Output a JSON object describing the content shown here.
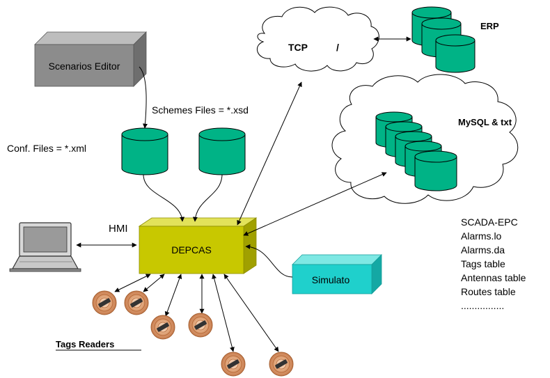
{
  "labels": {
    "scenarios_editor": "Scenarios Editor",
    "schemes_files": "Schemes Files = *.xsd",
    "conf_files": "Conf. Files = *.xml",
    "hmi": "HMI",
    "depcas": "DEPCAS",
    "simulator": "Simulato",
    "tags_readers": "Tags Readers",
    "tcp": "TCP",
    "tcp_slash": "/",
    "erp": "ERP",
    "mysql": "MySQL & txt"
  },
  "db_tables": [
    "SCADA-EPC",
    "Alarms.lo",
    "Alarms.da",
    "Tags table",
    "Antennas table",
    "Routes table",
    "................"
  ],
  "colors": {
    "cylinder": "#00b386",
    "depcas": "#c8c800",
    "simulator": "#1fd0cc",
    "editor": "#8c8c8c",
    "cloud_fill": "#ffffff",
    "line": "#000000"
  },
  "icons": {
    "hmi": "laptop-icon",
    "tag": "rfid-tag-icon"
  }
}
